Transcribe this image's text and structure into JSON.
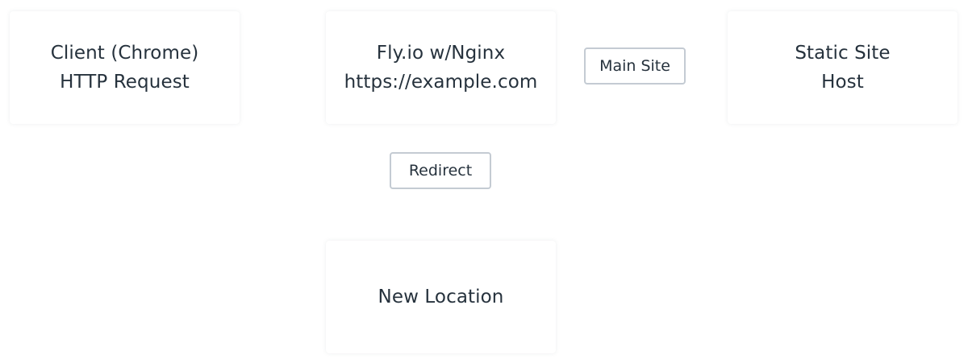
{
  "nodes": {
    "client": {
      "line1": "Client (Chrome)",
      "line2": "HTTP Request"
    },
    "fly": {
      "line1": "Fly.io w/Nginx",
      "line2": "https://example.com"
    },
    "static_host": {
      "line1": "Static Site",
      "line2": "Host"
    },
    "new_location": {
      "line1": "New Location"
    }
  },
  "edge_labels": {
    "main_site": "Main Site",
    "redirect": "Redirect"
  },
  "colors": {
    "text": "#26323d",
    "label_border": "#c4cbd3",
    "background": "#ffffff"
  }
}
